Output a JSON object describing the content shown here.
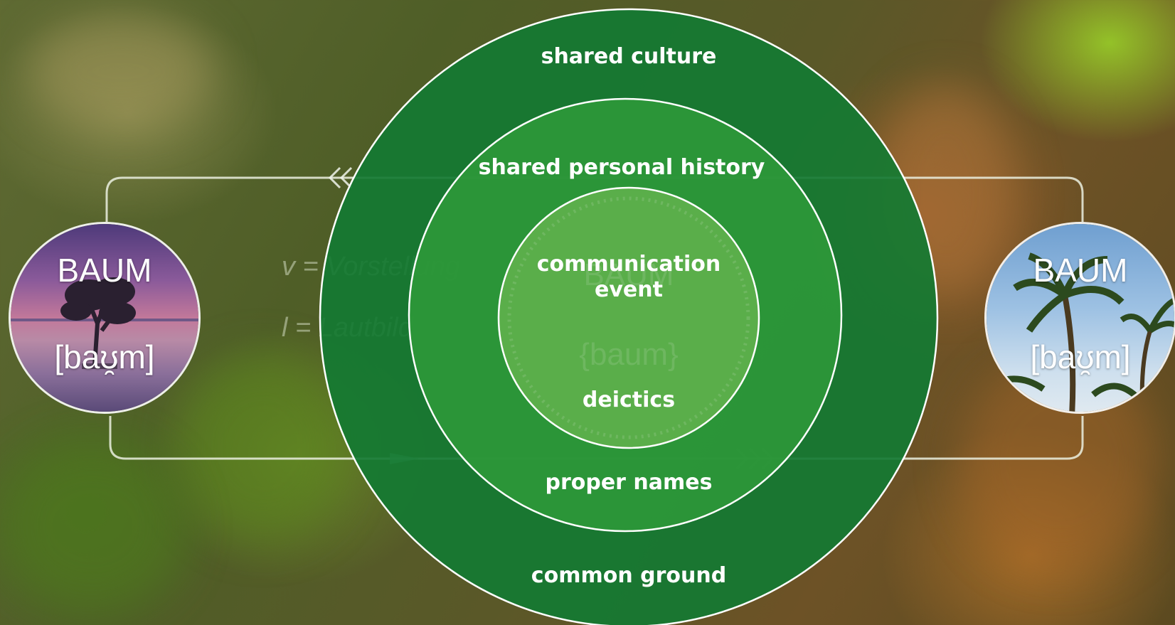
{
  "left_concept": {
    "word": "BAUM",
    "phonetic": "[baʊ̯m]"
  },
  "right_concept": {
    "word": "BAUM",
    "phonetic": "[baʊ̯m]"
  },
  "legend": {
    "v_line": "v = Vorstellung",
    "l_line": "l = Lautbild"
  },
  "ghost_center": {
    "word": "BAUM",
    "phonetic": "{baum}"
  },
  "rings": {
    "outer_top": "shared culture",
    "outer_bottom": "common ground",
    "middle_top": "shared personal history",
    "middle_bottom": "proper names",
    "inner_top_line1": "communication",
    "inner_top_line2": "event",
    "inner_bottom": "deictics"
  },
  "colors": {
    "outer_ring": "#137a32",
    "middle_ring": "#2f9a3a",
    "inner_ring": "#5aae48",
    "stroke": "#ffffff"
  }
}
